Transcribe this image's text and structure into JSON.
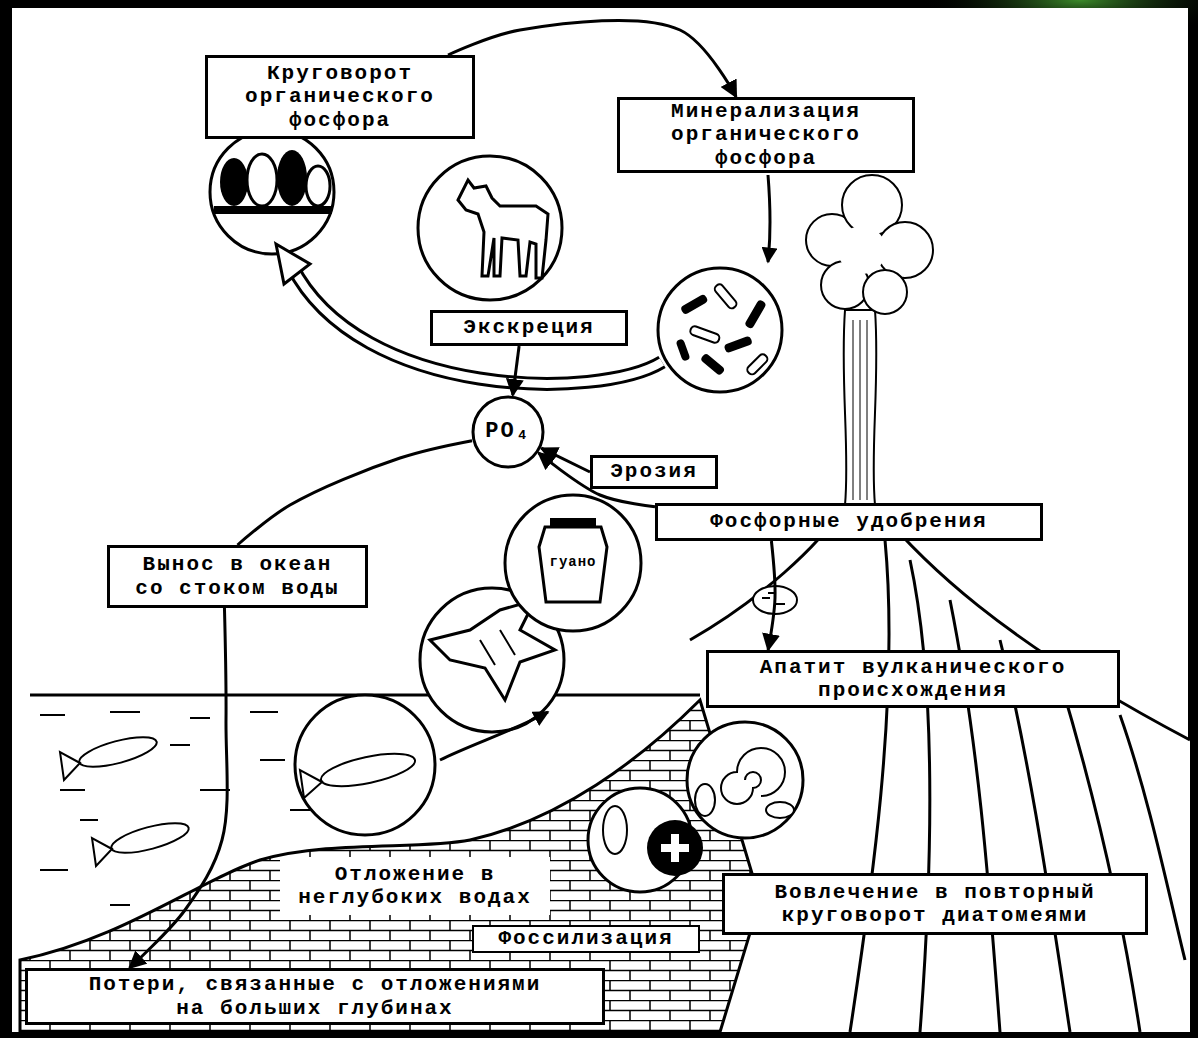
{
  "diagram": {
    "nodes": [
      {
        "text": [
          "Круговорот органического фосфора"
        ]
      },
      {
        "text": [
          "Минерализация органического фосфора"
        ]
      },
      {
        "text": [
          "Экскреция"
        ]
      },
      {
        "text": [
          "PO₄"
        ]
      },
      {
        "text": [
          "Эрозия"
        ]
      },
      {
        "text": [
          "Фосфорные удобрения"
        ]
      },
      {
        "text": [
          "Вынос в океан со стоком воды"
        ]
      },
      {
        "text": [
          "гуано"
        ]
      },
      {
        "text": [
          "Апатит вулканического происхождения"
        ]
      },
      {
        "text": [
          "Отложение в неглубоких водах"
        ]
      },
      {
        "text": [
          "Вовлечение в повторный круговорот диатомеями"
        ]
      },
      {
        "text": [
          "Фоссилизация"
        ]
      },
      {
        "text": [
          "Потери, связанные с отложениями на больших глубинах"
        ]
      }
    ],
    "edges": [
      {
        "from": 0,
        "to": 1,
        "arrow": "to"
      },
      {
        "from": 2,
        "to": 3,
        "arrow": "to"
      },
      {
        "from": 4,
        "to": 3,
        "arrow": "to"
      },
      {
        "from": 5,
        "to": 3,
        "arrow": "to"
      },
      {
        "from": 3,
        "to": 6,
        "arrow": "none"
      },
      {
        "from": 6,
        "to": 12,
        "arrow": "to"
      },
      {
        "from": 5,
        "to": 8,
        "arrow": "to"
      }
    ]
  }
}
